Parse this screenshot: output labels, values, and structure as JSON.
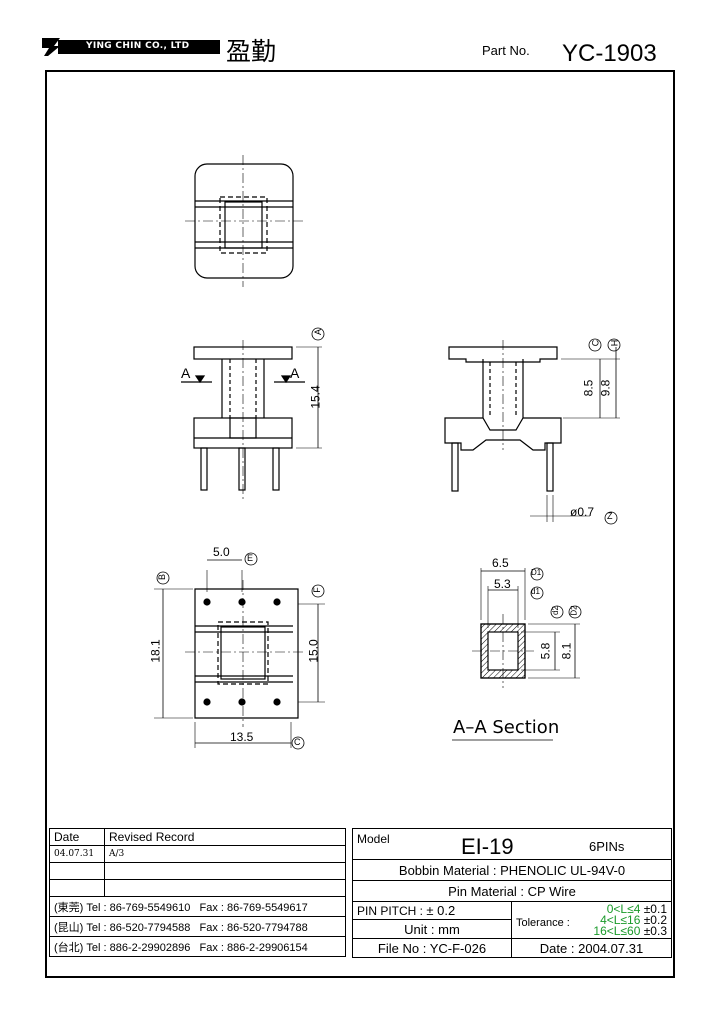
{
  "header": {
    "company": "YING CHIN CO., LTD",
    "chinese_name": "盈勤",
    "part_label": "Part No.",
    "part_number": "YC-1903"
  },
  "drawing": {
    "views": {
      "side_left": {
        "section_mark_left": "A",
        "section_mark_right": "A",
        "dim_height": "15.4",
        "circle_label": "A"
      },
      "side_right": {
        "dim_c": "C",
        "dim_h": "H",
        "dim_85": "8.5",
        "dim_98": "9.8",
        "pin_dia": "ø0.7",
        "pin_label": "Z"
      },
      "bottom": {
        "dim_top": "5.0",
        "label_e": "E",
        "label_b": "B",
        "label_f": "F",
        "dim_181": "18.1",
        "dim_150": "15.0",
        "dim_135": "13.5",
        "label_c": "C"
      },
      "section": {
        "dim_65": "6.5",
        "label_D1": "D1",
        "dim_53": "5.3",
        "label_d1": "d1",
        "label_d2": "d2",
        "label_D2": "D2",
        "dim_58": "5.8",
        "dim_81": "8.1",
        "caption": "A–A Section"
      }
    }
  },
  "revision": {
    "headers": [
      "Date",
      "Revised Record"
    ],
    "rows": [
      {
        "date": "04.07.31",
        "record": "A/3"
      },
      {
        "date": "",
        "record": ""
      },
      {
        "date": "",
        "record": ""
      }
    ],
    "contacts": [
      {
        "city": "(東莞)",
        "tel": "Tel : 86-769-5549610",
        "fax": "Fax : 86-769-5549617"
      },
      {
        "city": "(昆山)",
        "tel": "Tel : 86-520-7794588",
        "fax": "Fax : 86-520-7794788"
      },
      {
        "city": "(台北)",
        "tel": "Tel : 886-2-29902896",
        "fax": "Fax : 886-2-29906154"
      }
    ]
  },
  "spec": {
    "model_label": "Model",
    "model": "EI-19",
    "pins": "6PINs",
    "bobbin_label": "Bobbin Material :",
    "bobbin_value": "PHENOLIC UL-94V-0",
    "pin_material_label": "Pin Material :",
    "pin_material_value": "CP Wire",
    "pitch_label": "PIN PITCH :",
    "pitch_value": "± 0.2",
    "unit_label": "Unit :",
    "unit_value": "mm",
    "tolerance_label": "Tolerance :",
    "tol1_range": "0<L≤4",
    "tol1_value": "±0.1",
    "tol2_range": "4<L≤16",
    "tol2_value": "±0.2",
    "tol3_range": "16<L≤60",
    "tol3_value": "±0.3",
    "file_label": "File No :",
    "file_value": "YC-F-026",
    "date_label": "Date :",
    "date_value": "2004.07.31"
  }
}
